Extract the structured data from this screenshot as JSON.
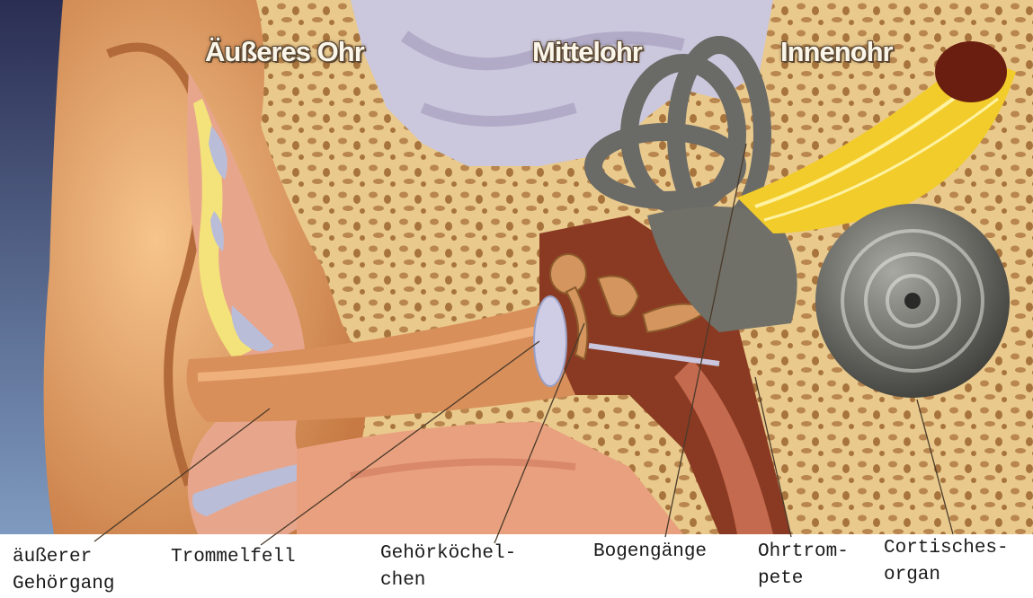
{
  "region_titles": {
    "outer": "Äußeres Ohr",
    "middle": "Mittelohr",
    "inner": "Innenohr"
  },
  "callouts": [
    {
      "id": "ear-canal",
      "line1": "äußerer",
      "line2": "Gehörgang"
    },
    {
      "id": "eardrum",
      "line1": "Trommelfell",
      "line2": ""
    },
    {
      "id": "ossicles",
      "line1": "Gehörköchel-",
      "line2": "chen"
    },
    {
      "id": "semicircular-canals",
      "line1": "Bogengänge",
      "line2": ""
    },
    {
      "id": "eustachian-tube",
      "line1": "Ohrtrom-",
      "line2": "pete"
    },
    {
      "id": "organ-of-corti",
      "line1": "Cortisches-",
      "line2": "organ"
    }
  ],
  "colors": {
    "bone": "#e9c98c",
    "bone_pore": "#b8864e",
    "skin": "#e8a870",
    "brain": "#cbc7dc",
    "cochlea": "#6a6a66",
    "nerve": "#f2cc2a",
    "tympanic_cavity": "#8a3a22",
    "cartilage": "#b9bdd8",
    "fat": "#f4e27a"
  }
}
